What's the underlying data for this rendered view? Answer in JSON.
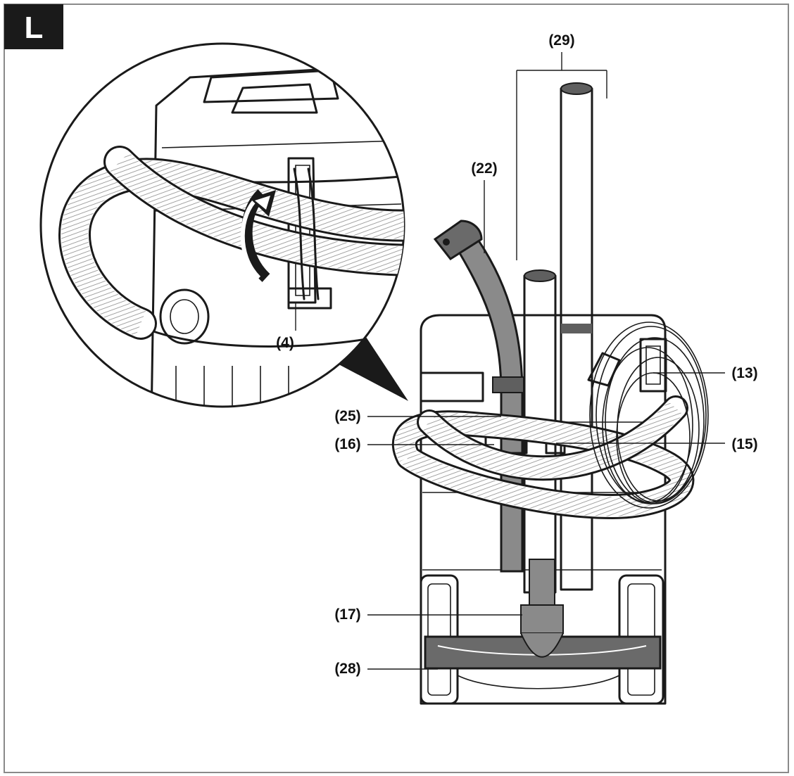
{
  "figure": {
    "letter": "L",
    "colors": {
      "ink": "#1a1a1a",
      "tube_gray": "#8a8a8a",
      "dark_gray": "#5f5f5f",
      "paper": "#ffffff"
    }
  },
  "callouts": {
    "c29": "(29)",
    "c22": "(22)",
    "c4": "(4)",
    "c13": "(13)",
    "c25": "(25)",
    "c16": "(16)",
    "c15": "(15)",
    "c17": "(17)",
    "c28": "(28)"
  },
  "detail_view": {
    "arrow_icon": "curved-arrow-icon"
  }
}
